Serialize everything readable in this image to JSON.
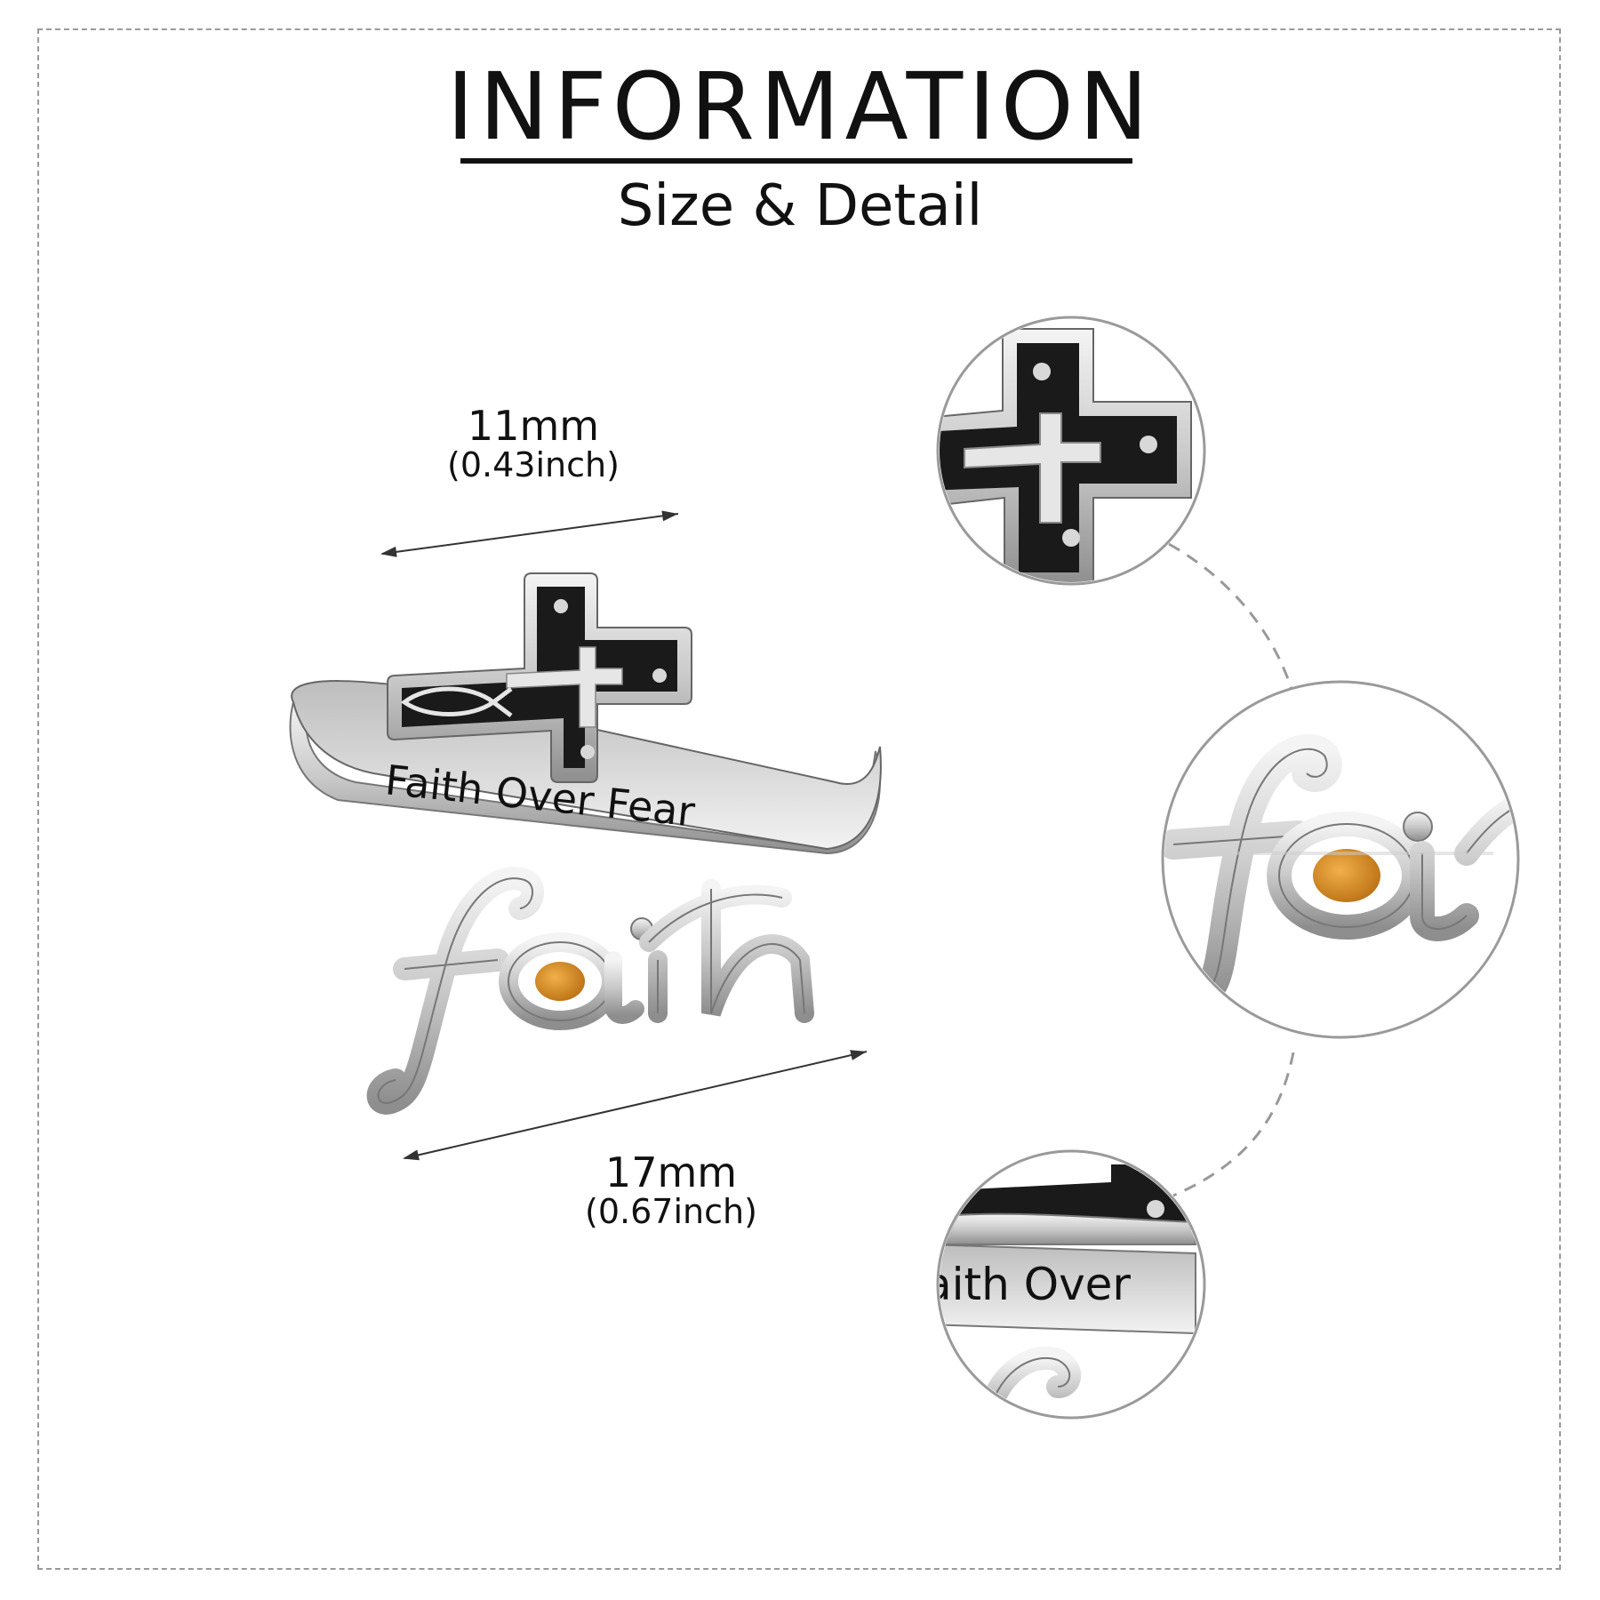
{
  "header": {
    "title": "INFORMATION",
    "subtitle": "Size & Detail"
  },
  "dimensions": {
    "width_top": {
      "mm": "11mm",
      "inch": "(0.43inch)"
    },
    "width_bottom": {
      "mm": "17mm",
      "inch": "(0.67inch)"
    }
  },
  "product": {
    "band_engraving": "Faith Over Fear",
    "script_word": "faith",
    "zoom_band_text": "aith Over",
    "stone_color": "#d9901e",
    "enamel_color": "#1a1a1a",
    "silver_color": "#d8d8d8"
  }
}
